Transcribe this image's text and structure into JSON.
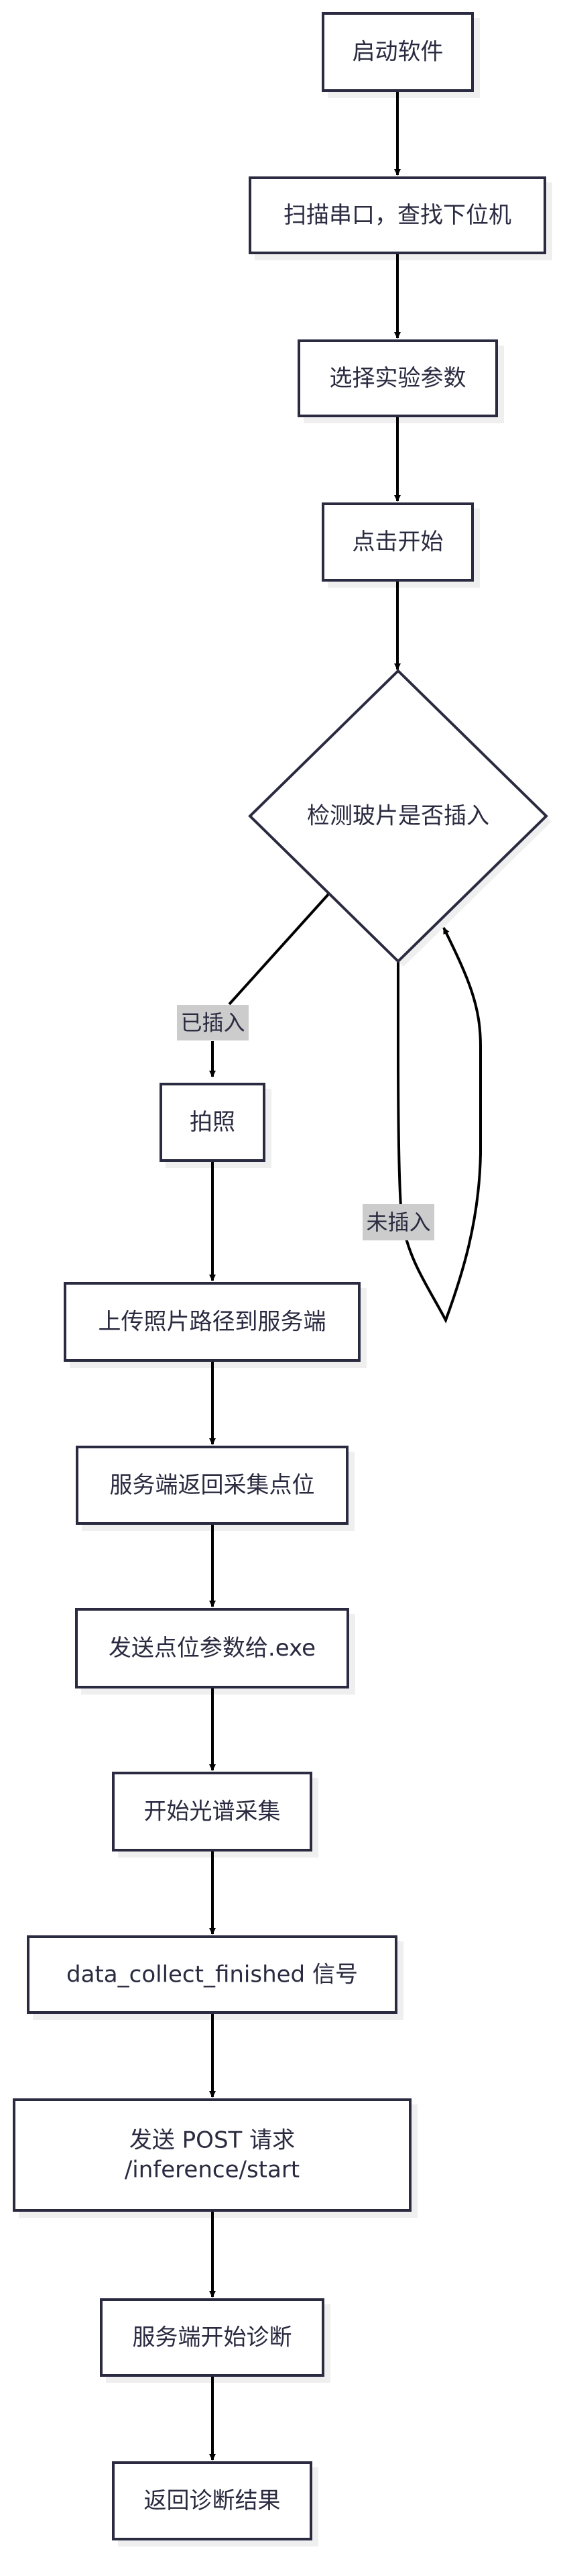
{
  "diagram": {
    "type": "flowchart",
    "colors": {
      "node_stroke": "#2a2a40",
      "node_fill": "#ffffff",
      "shadow": "#efefef",
      "edge": "#000000",
      "edge_label_bg": "#cccccc",
      "text": "#2a2a40"
    },
    "nodes": [
      {
        "id": "start_software",
        "shape": "rect",
        "lines": [
          "启动软件"
        ]
      },
      {
        "id": "scan_serial",
        "shape": "rect",
        "lines": [
          "扫描串口，查找下位机"
        ]
      },
      {
        "id": "select_params",
        "shape": "rect",
        "lines": [
          "选择实验参数"
        ]
      },
      {
        "id": "click_start",
        "shape": "rect",
        "lines": [
          "点击开始"
        ]
      },
      {
        "id": "detect_slide",
        "shape": "diamond",
        "lines": [
          "检测玻片是否插入"
        ]
      },
      {
        "id": "take_photo",
        "shape": "rect",
        "lines": [
          "拍照"
        ]
      },
      {
        "id": "upload_path",
        "shape": "rect",
        "lines": [
          "上传照片路径到服务端"
        ]
      },
      {
        "id": "server_return_points",
        "shape": "rect",
        "lines": [
          "服务端返回采集点位"
        ]
      },
      {
        "id": "send_params_exe",
        "shape": "rect",
        "lines": [
          "发送点位参数给.exe"
        ]
      },
      {
        "id": "start_spectrum",
        "shape": "rect",
        "lines": [
          "开始光谱采集"
        ]
      },
      {
        "id": "collect_finished_signal",
        "shape": "rect",
        "lines": [
          "data_collect_finished 信号"
        ]
      },
      {
        "id": "send_post",
        "shape": "rect",
        "lines": [
          "发送 POST 请求",
          "/inference/start"
        ]
      },
      {
        "id": "server_diagnose",
        "shape": "rect",
        "lines": [
          "服务端开始诊断"
        ]
      },
      {
        "id": "return_result",
        "shape": "rect",
        "lines": [
          "返回诊断结果"
        ]
      }
    ],
    "edges": [
      {
        "from": "start_software",
        "to": "scan_serial",
        "label": ""
      },
      {
        "from": "scan_serial",
        "to": "select_params",
        "label": ""
      },
      {
        "from": "select_params",
        "to": "click_start",
        "label": ""
      },
      {
        "from": "click_start",
        "to": "detect_slide",
        "label": ""
      },
      {
        "from": "detect_slide",
        "to": "take_photo",
        "label": "已插入"
      },
      {
        "from": "detect_slide",
        "to": "detect_slide",
        "label": "未插入"
      },
      {
        "from": "take_photo",
        "to": "upload_path",
        "label": ""
      },
      {
        "from": "upload_path",
        "to": "server_return_points",
        "label": ""
      },
      {
        "from": "server_return_points",
        "to": "send_params_exe",
        "label": ""
      },
      {
        "from": "send_params_exe",
        "to": "start_spectrum",
        "label": ""
      },
      {
        "from": "start_spectrum",
        "to": "collect_finished_signal",
        "label": ""
      },
      {
        "from": "collect_finished_signal",
        "to": "send_post",
        "label": ""
      },
      {
        "from": "send_post",
        "to": "server_diagnose",
        "label": ""
      },
      {
        "from": "server_diagnose",
        "to": "return_result",
        "label": ""
      }
    ]
  }
}
